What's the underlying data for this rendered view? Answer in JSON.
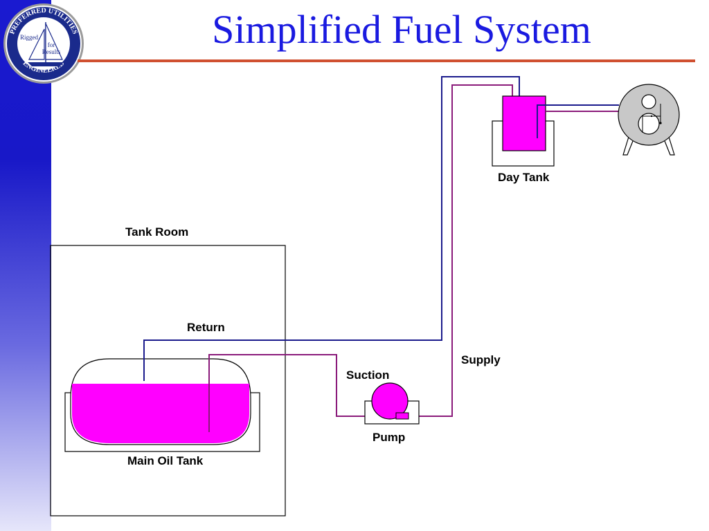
{
  "title": "Simplified Fuel System",
  "logo": {
    "ring_top": "PREFERRED UTILITIES",
    "ring_bottom": "ENGINEERED",
    "word_rigged": "Rigged",
    "word_for": "for",
    "word_results": "Results"
  },
  "labels": {
    "day_tank": "Day Tank",
    "tank_room": "Tank Room",
    "return": "Return",
    "supply": "Supply",
    "suction": "Suction",
    "pump": "Pump",
    "main_oil_tank": "Main Oil Tank"
  },
  "colors": {
    "title": "#1a1ae0",
    "rule": "#d05030",
    "fuel": "#ff00ff",
    "return_line": "#1a1a8c",
    "supply_line": "#8a1a7a",
    "burner": "#c8c8c8"
  }
}
